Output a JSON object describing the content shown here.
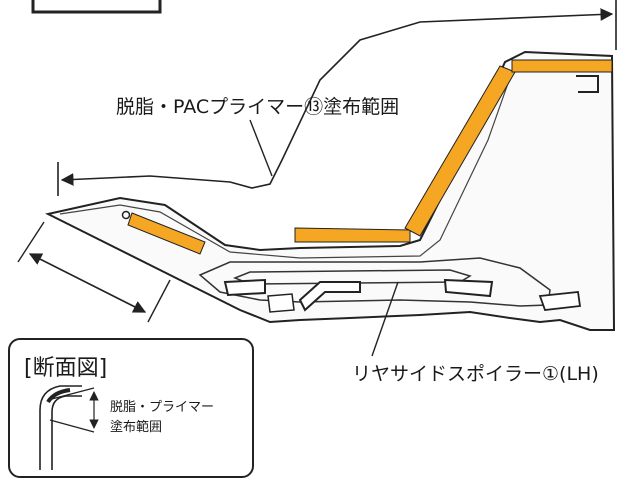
{
  "labels": {
    "primer_area": "脱脂・PACプライマー⑬塗布範囲",
    "part_name": "リヤサイドスポイラー①(LH)"
  },
  "inset": {
    "title": "[断面図]",
    "note_line1": "脱脂・プライマー",
    "note_line2": "塗布範囲"
  },
  "colors": {
    "primer_strip": "#f5a623",
    "outline": "#222222"
  }
}
